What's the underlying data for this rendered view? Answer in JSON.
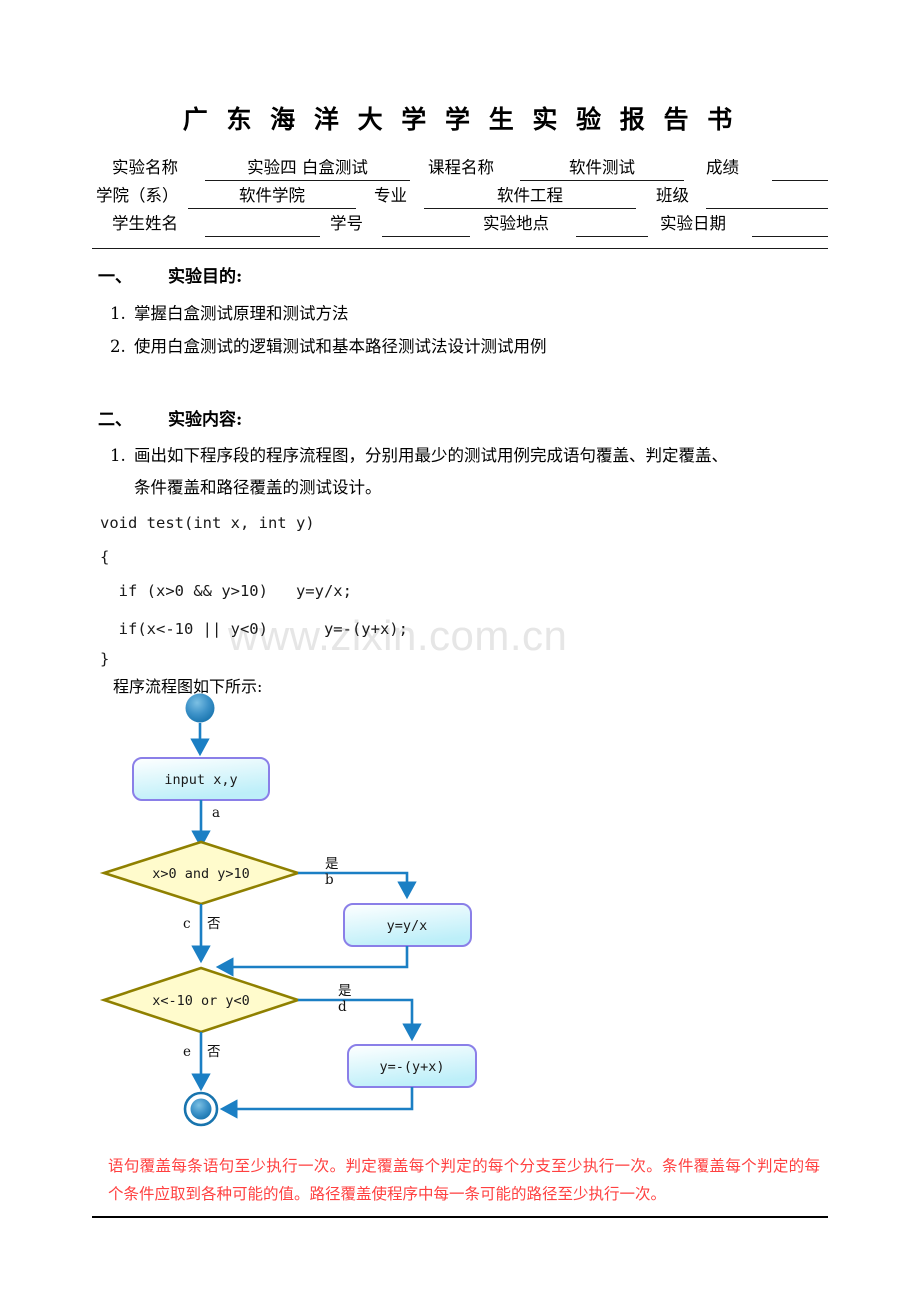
{
  "watermark": "www.zixin.com.cn",
  "title": "广 东 海 洋 大 学 学 生 实 验 报 告 书",
  "header": {
    "row1": {
      "label1": "实验名称",
      "value1": "实验四    白盒测试",
      "label2": "课程名称",
      "value2": "软件测试",
      "label3": "成绩",
      "value3": ""
    },
    "row2": {
      "label1": "学院（系）",
      "value1": "软件学院",
      "label2": "专业",
      "value2": "软件工程",
      "label3": "班级",
      "value3": ""
    },
    "row3": {
      "label1": "学生姓名",
      "value1": "",
      "label2": "学号",
      "value2": "",
      "label3": "实验地点",
      "value3": "",
      "label4": "实验日期",
      "value4": ""
    }
  },
  "sections": {
    "purpose": {
      "num": "一、",
      "heading": "实验目的:",
      "items": [
        {
          "n": "1.",
          "text": "掌握白盒测试原理和测试方法"
        },
        {
          "n": "2.",
          "text": "使用白盒测试的逻辑测试和基本路径测试法设计测试用例"
        }
      ]
    },
    "content": {
      "num": "二、",
      "heading": "实验内容:",
      "item1_num": "1.",
      "item1_line1": "画出如下程序段的程序流程图，分别用最少的测试用例完成语句覆盖、判定覆盖、",
      "item1_line2": "条件覆盖和路径覆盖的测试设计。"
    }
  },
  "code": {
    "line1": "void test(int x, int y)",
    "line2": "{",
    "line3": "  if (x>0 && y>10)   y=y/x;",
    "line4": "  if(x<-10 || y<0)      y=-(y+x);",
    "line5": "}"
  },
  "flow_caption": "程序流程图如下所示:",
  "flowchart": {
    "start_node": "start",
    "end_node": "end",
    "nodes": [
      {
        "id": "input",
        "type": "process",
        "label": "input x,y"
      },
      {
        "id": "cond1",
        "type": "decision",
        "label": "x>0 and y>10"
      },
      {
        "id": "proc1",
        "type": "process",
        "label": "y=y/x"
      },
      {
        "id": "cond2",
        "type": "decision",
        "label": "x<-10 or y<0"
      },
      {
        "id": "proc2",
        "type": "process",
        "label": "y=-(y+x)"
      }
    ],
    "edge_labels": {
      "a": "a",
      "b": "b",
      "c": "c",
      "d": "d",
      "e": "e",
      "yes1": "是",
      "no1": "否",
      "yes2": "是",
      "no2": "否"
    },
    "colors": {
      "arrow": "#1b7fc4",
      "process_border": "#8a7fe8",
      "process_fill_light": "#ffffff",
      "process_fill_dark": "#c9f2fb",
      "decision_border": "#8f8000",
      "decision_fill": "#fffbcc",
      "node_blue": "#2a7fbf"
    }
  },
  "red_note": "语句覆盖每条语句至少执行一次。判定覆盖每个判定的每个分支至少执行一次。条件覆盖每个判定的每个条件应取到各种可能的值。路径覆盖使程序中每一条可能的路径至少执行一次。"
}
